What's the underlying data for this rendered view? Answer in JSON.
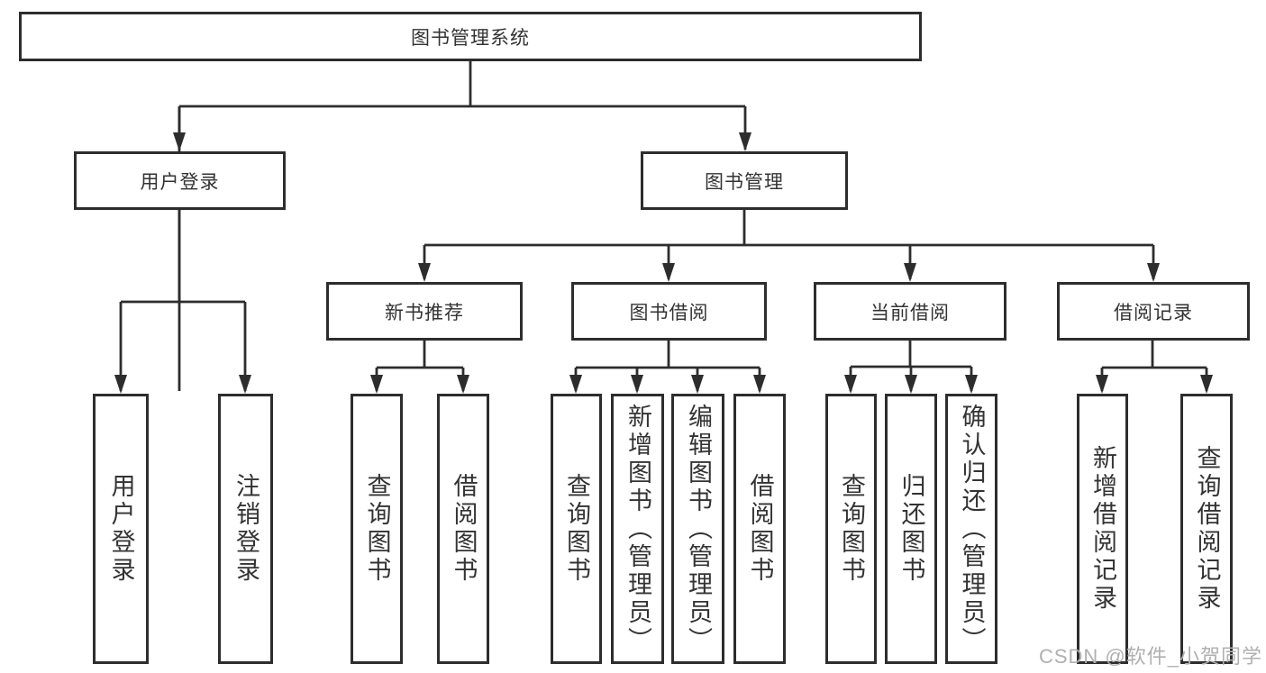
{
  "tree": {
    "root": {
      "label": "图书管理系统"
    },
    "user_login": {
      "label": "用户登录",
      "children": [
        {
          "label": "用户登录"
        },
        {
          "label": "注销登录"
        }
      ]
    },
    "book_management": {
      "label": "图书管理",
      "sections": [
        {
          "label": "新书推荐",
          "children": [
            {
              "label": "查询图书"
            },
            {
              "label": "借阅图书"
            }
          ]
        },
        {
          "label": "图书借阅",
          "children": [
            {
              "label": "查询图书"
            },
            {
              "label": "新增图书（管理员）"
            },
            {
              "label": "编辑图书（管理员）"
            },
            {
              "label": "借阅图书"
            }
          ]
        },
        {
          "label": "当前借阅",
          "children": [
            {
              "label": "查询图书"
            },
            {
              "label": "归还图书"
            },
            {
              "label": "确认归还（管理员）"
            }
          ]
        },
        {
          "label": "借阅记录",
          "children": [
            {
              "label": "新增借阅记录"
            },
            {
              "label": "查询借阅记录"
            }
          ]
        }
      ]
    }
  },
  "colors": {
    "line": "#2d2d2d",
    "text": "#333333",
    "watermark": "#b0b0b0",
    "background": "#ffffff"
  },
  "watermark": {
    "text": "CSDN @软件_小贺同学"
  }
}
